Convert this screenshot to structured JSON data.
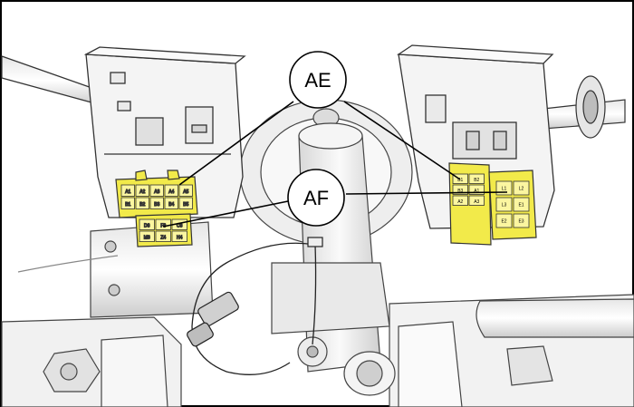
{
  "callouts": {
    "ae": {
      "label": "AE"
    },
    "af": {
      "label": "AF"
    }
  },
  "left_connector": {
    "upper_pins": [
      "A1",
      "A2",
      "A3",
      "A4",
      "A5",
      "B1",
      "B2",
      "B3",
      "B4",
      "B5"
    ],
    "lower_pins": [
      "D6",
      "F6",
      "C6",
      "M6",
      "Z4",
      "H4"
    ]
  },
  "right_connector": {
    "pins": [
      "B1",
      "B2",
      "B3",
      "A1",
      "A2",
      "A3",
      "L1",
      "L2",
      "L3",
      "E1",
      "E2",
      "E3"
    ]
  },
  "colors": {
    "connector_yellow": "#f2ea4a",
    "line": "#000000",
    "housing": "#f4f4f4"
  }
}
